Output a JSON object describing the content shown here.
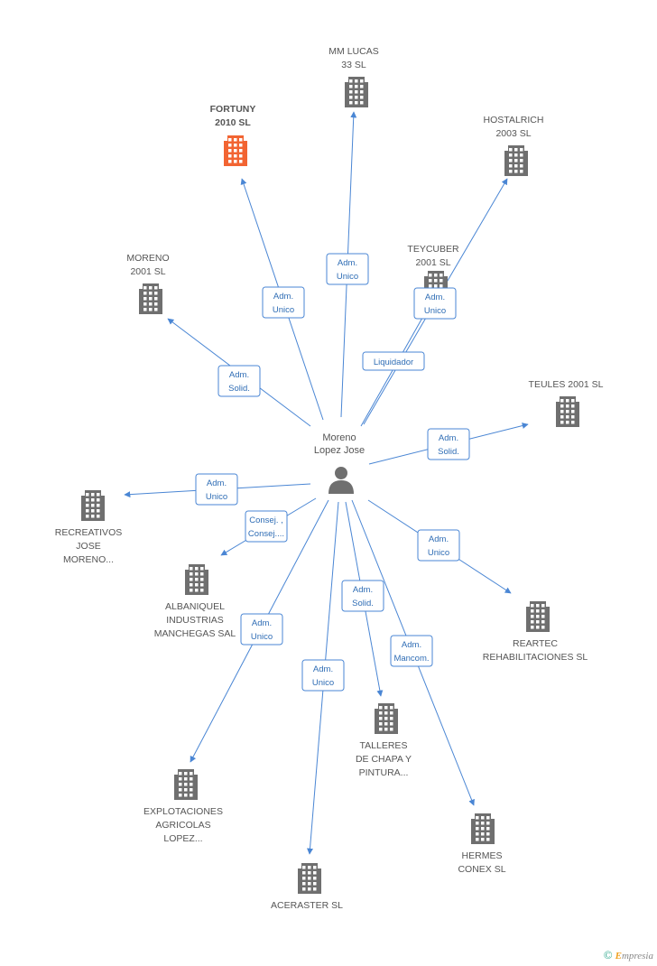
{
  "colors": {
    "edge": "#4a86d4",
    "building": "#6f6f6f",
    "highlight": "#f26432",
    "edge_text": "#2f6db5"
  },
  "center": {
    "name_line1": "Moreno",
    "name_line2": "Lopez Jose",
    "icon": "person-icon"
  },
  "nodes": [
    {
      "id": "fortuny",
      "lines": [
        "FORTUNY",
        "2010 SL"
      ],
      "highlight": true,
      "icon": "building-icon"
    },
    {
      "id": "mmlucas",
      "lines": [
        "MM LUCAS",
        "33 SL"
      ],
      "icon": "building-icon"
    },
    {
      "id": "hostalrich",
      "lines": [
        "HOSTALRICH",
        "2003 SL"
      ],
      "icon": "building-icon"
    },
    {
      "id": "teycuber",
      "lines": [
        "TEYCUBER",
        "2001 SL"
      ],
      "icon": "building-icon"
    },
    {
      "id": "moreno2001",
      "lines": [
        "MORENO",
        "2001 SL"
      ],
      "icon": "building-icon"
    },
    {
      "id": "teules",
      "lines": [
        "TEULES 2001 SL"
      ],
      "icon": "building-icon"
    },
    {
      "id": "recreativos",
      "lines": [
        "RECREATIVOS",
        "JOSE",
        "MORENO..."
      ],
      "icon": "building-icon"
    },
    {
      "id": "albaniquel",
      "lines": [
        "ALBANIQUEL",
        "INDUSTRIAS",
        "MANCHEGAS SAL"
      ],
      "icon": "building-icon"
    },
    {
      "id": "reartec",
      "lines": [
        "REARTEC",
        "REHABILITACIONES SL"
      ],
      "icon": "building-icon"
    },
    {
      "id": "talleres",
      "lines": [
        "TALLERES",
        "DE CHAPA Y",
        "PINTURA..."
      ],
      "icon": "building-icon"
    },
    {
      "id": "explotaciones",
      "lines": [
        "EXPLOTACIONES",
        "AGRICOLAS",
        "LOPEZ..."
      ],
      "icon": "building-icon"
    },
    {
      "id": "hermes",
      "lines": [
        "HERMES",
        "CONEX SL"
      ],
      "icon": "building-icon"
    },
    {
      "id": "aceraster",
      "lines": [
        "ACERASTER SL"
      ],
      "icon": "building-icon"
    }
  ],
  "edges": [
    {
      "to": "fortuny",
      "lines": [
        "Adm.",
        "Unico"
      ]
    },
    {
      "to": "mmlucas",
      "lines": [
        "Adm.",
        "Unico"
      ]
    },
    {
      "to": "hostalrich",
      "lines": [
        "Adm.",
        "Unico"
      ]
    },
    {
      "to": "teycuber",
      "lines": [
        "Liquidador"
      ]
    },
    {
      "to": "moreno2001",
      "lines": [
        "Adm.",
        "Solid."
      ]
    },
    {
      "to": "teules",
      "lines": [
        "Adm.",
        "Solid."
      ]
    },
    {
      "to": "recreativos",
      "lines": [
        "Adm.",
        "Unico"
      ]
    },
    {
      "to": "albaniquel",
      "lines": [
        "Consej. ,",
        "Consej...."
      ]
    },
    {
      "to": "reartec",
      "lines": [
        "Adm.",
        "Unico"
      ]
    },
    {
      "to": "talleres",
      "lines": [
        "Adm.",
        "Solid."
      ]
    },
    {
      "to": "explotaciones",
      "lines": [
        "Adm.",
        "Unico"
      ]
    },
    {
      "to": "hermes",
      "lines": [
        "Adm.",
        "Mancom."
      ]
    },
    {
      "to": "aceraster",
      "lines": [
        "Adm.",
        "Unico"
      ]
    }
  ],
  "footer": {
    "copyright": "©",
    "brand_initial": "E",
    "brand_rest": "mpresia"
  }
}
